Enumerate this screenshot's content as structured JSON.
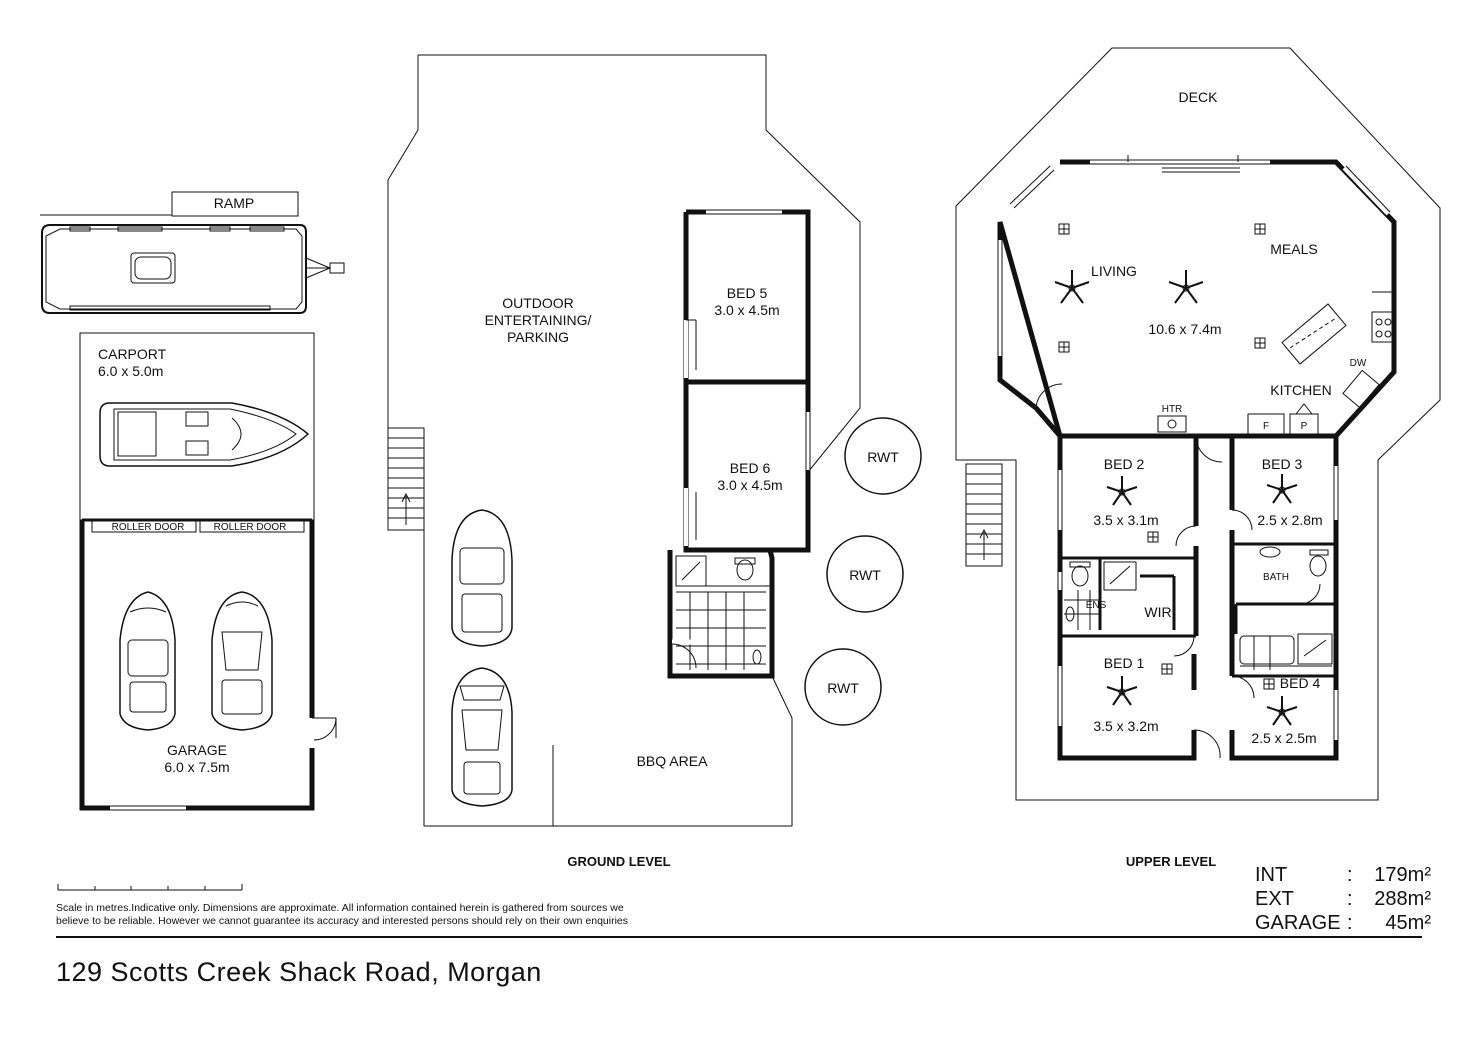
{
  "plan": {
    "ground": {
      "ramp": "RAMP",
      "carport": {
        "name": "CARPORT",
        "size": "6.0 x 5.0m"
      },
      "roller_door_1": "ROLLER DOOR",
      "roller_door_2": "ROLLER DOOR",
      "garage": {
        "name": "GARAGE",
        "size": "6.0 x 7.5m"
      },
      "outdoor": {
        "line1": "OUTDOOR",
        "line2": "ENTERTAINING/",
        "line3": "PARKING"
      },
      "bed5": {
        "name": "BED 5",
        "size": "3.0 x 4.5m"
      },
      "bed6": {
        "name": "BED 6",
        "size": "3.0 x 4.5m"
      },
      "bbq": "BBQ AREA",
      "rwt1": "RWT",
      "rwt2": "RWT",
      "rwt3": "RWT",
      "level_label": "GROUND LEVEL"
    },
    "upper": {
      "deck": "DECK",
      "living": "LIVING",
      "meals": "MEALS",
      "living_size": "10.6 x 7.4m",
      "kitchen": "KITCHEN",
      "dw": "DW",
      "htr": "HTR",
      "fridge": "F",
      "pantry": "P",
      "bed2": {
        "name": "BED 2",
        "size": "3.5 x 3.1m"
      },
      "bed3": {
        "name": "BED 3",
        "size": "2.5 x 2.8m"
      },
      "ens": "ENS",
      "wir": "WIR",
      "bath": "BATH",
      "bed1": {
        "name": "BED 1",
        "size": "3.5 x 3.2m"
      },
      "bed4": {
        "name": "BED 4",
        "size": "2.5 x 2.5m"
      },
      "level_label": "UPPER LEVEL"
    }
  },
  "areas": [
    {
      "label": "INT",
      "value": "179m²"
    },
    {
      "label": "EXT",
      "value": "288m²"
    },
    {
      "label": "GARAGE",
      "value": "45m²"
    }
  ],
  "disclaimer": {
    "line1": "Scale in metres.Indicative only. Dimensions are approximate. All information contained herein is gathered from sources we",
    "line2": "believe to be reliable. However we cannot guarantee its accuracy and interested persons should rely on their own enquiries"
  },
  "address": "129 Scotts Creek Shack Road, Morgan"
}
